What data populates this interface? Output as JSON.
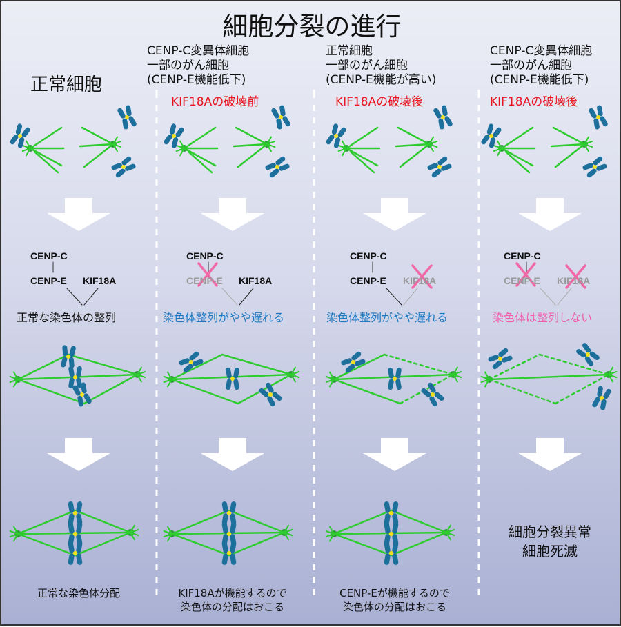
{
  "title": "細胞分裂の進行",
  "columns": [
    {
      "header": [
        "正常細胞"
      ],
      "condition": "",
      "cenp_c": "CENP-C",
      "cenp_e": "CENP-E",
      "kif18a": "KIF18A",
      "result": "正常な染色体の整列",
      "outcome": [
        "正常な染色体分配"
      ]
    },
    {
      "header": [
        "CENP-C変異体細胞",
        "一部のがん細胞",
        "(CENP-E機能低下)"
      ],
      "condition": "KIF18Aの破壊前",
      "cenp_c": "CENP-C",
      "cenp_e": "CENP-E",
      "kif18a": "KIF18A",
      "result": "染色体整列がやや遅れる",
      "outcome": [
        "KIF18Aが機能するので",
        "染色体の分配はおこる"
      ]
    },
    {
      "header": [
        "正常細胞",
        "一部のがん細胞",
        "(CENP-E機能が高い)"
      ],
      "condition": "KIF18Aの破壊後",
      "cenp_c": "CENP-C",
      "cenp_e": "CENP-E",
      "kif18a": "KIF18A",
      "result": "染色体整列がやや遅れる",
      "outcome": [
        "CENP-Eが機能するので",
        "染色体の分配はおこる"
      ]
    },
    {
      "header": [
        "CENP-C変異体細胞",
        "一部のがん細胞",
        "(CENP-E機能低下)"
      ],
      "condition": "KIF18Aの破壊後",
      "cenp_c": "CENP-C",
      "cenp_e": "CENP-E",
      "kif18a": "KIF18A",
      "result": "染色体は整列しない",
      "outcome": [
        "細胞分裂異常",
        "細胞死滅"
      ]
    }
  ],
  "colors": {
    "spindle": "#2ecc2e",
    "chromosome": "#1d6f9c",
    "centromere": "#f0e020",
    "cross": "#f06aa8",
    "red": "#e8141e",
    "blue": "#1f78c0",
    "pink": "#ef5fae"
  }
}
